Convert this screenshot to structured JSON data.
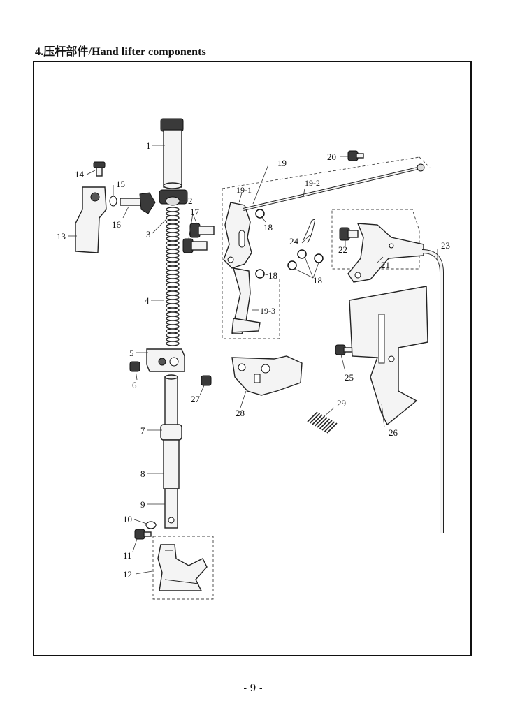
{
  "page": {
    "title": "4.压杆部件/Hand lifter components",
    "page_number": "- 9 -"
  },
  "callouts": {
    "c1": "1",
    "c2": "2",
    "c3": "3",
    "c4": "4",
    "c5": "5",
    "c6": "6",
    "c7": "7",
    "c8": "8",
    "c9": "9",
    "c10": "10",
    "c11": "11",
    "c12": "12",
    "c13": "13",
    "c14": "14",
    "c15": "15",
    "c16": "16",
    "c17": "17",
    "c18a": "18",
    "c18b": "18",
    "c18c": "18",
    "c19": "19",
    "c19_1": "19-1",
    "c19_2": "19-2",
    "c19_3": "19-3",
    "c20": "20",
    "c21": "21",
    "c22": "22",
    "c23": "23",
    "c24": "24",
    "c25": "25",
    "c26": "26",
    "c27": "27",
    "c28": "28",
    "c29": "29"
  }
}
